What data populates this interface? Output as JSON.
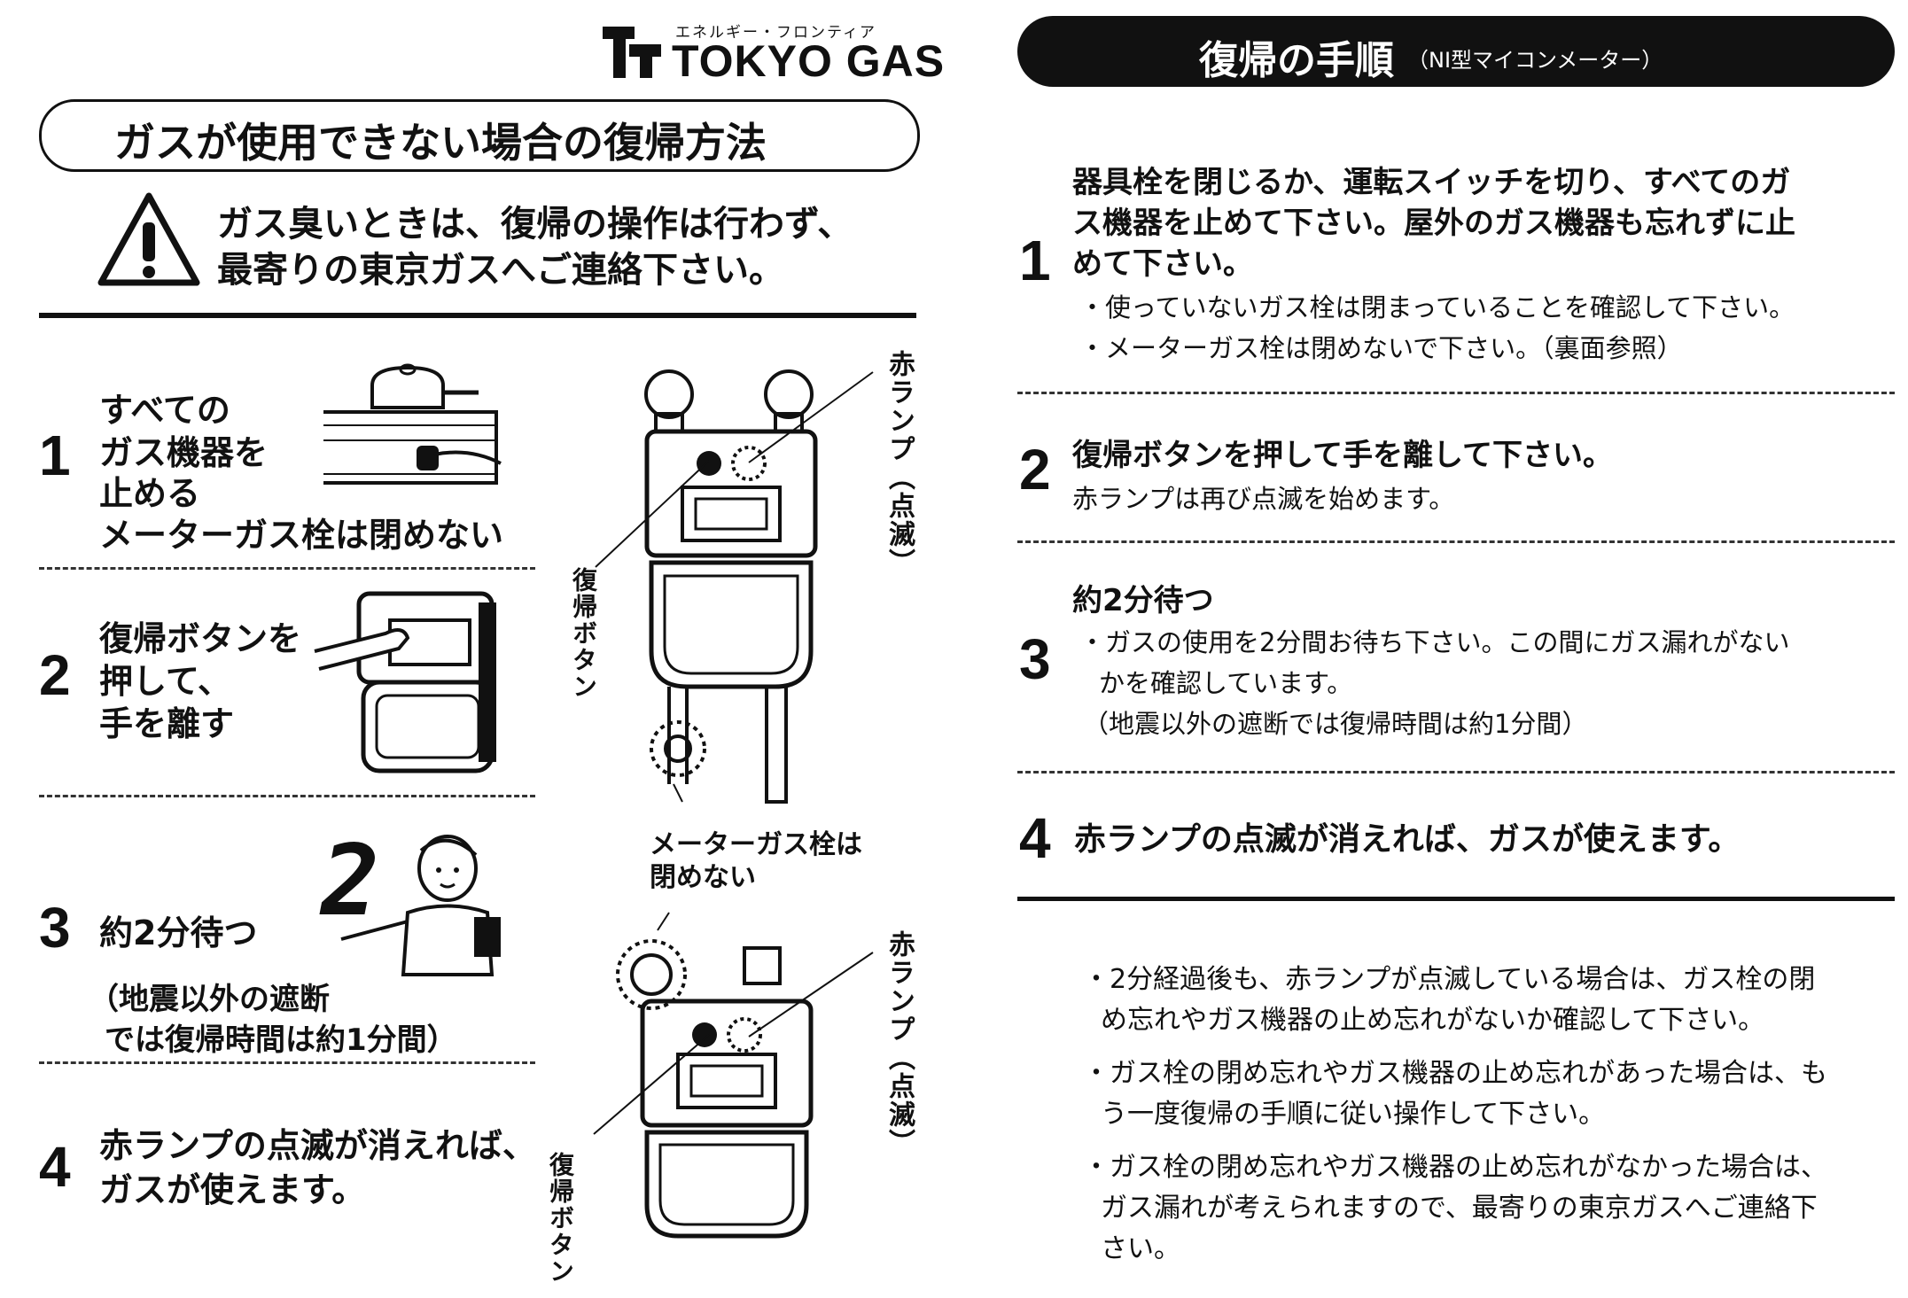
{
  "brand": {
    "small": "エネルギー・フロンティア",
    "name": "TOKYO GAS"
  },
  "left": {
    "title": "ガスが使用できない場合の復帰方法",
    "warning": [
      "ガス臭いときは、復帰の操作は行わず、",
      "最寄りの東京ガスへご連絡下さい。"
    ],
    "steps": [
      {
        "num": "1",
        "lines": [
          "すべての",
          "ガス機器を",
          "止める",
          "メーターガス栓は閉めない"
        ]
      },
      {
        "num": "2",
        "lines": [
          "復帰ボタンを",
          "押して、",
          "手を離す"
        ]
      },
      {
        "num": "3",
        "main": "約2分待つ",
        "note": [
          "（地震以外の遮断",
          "では復帰時間は約1分間）"
        ],
        "digit": "2"
      },
      {
        "num": "4",
        "lines": [
          "赤ランプの点滅が消えれば、",
          "ガスが使えます。"
        ]
      }
    ],
    "labels": {
      "red_lamp": "赤ランプ（点滅）",
      "reset_button": "復帰ボタン",
      "meter_valve": [
        "メーターガス栓は",
        "閉めない"
      ]
    }
  },
  "right": {
    "header_main": "復帰の手順",
    "header_sub": "（NI型マイコンメーター）",
    "steps": [
      {
        "num": "1",
        "main": [
          "器具栓を閉じるか、運転スイッチを切り、すべてのガ",
          "ス機器を止めて下さい。屋外のガス機器も忘れずに止",
          "めて下さい。"
        ],
        "notes": [
          "・使っていないガス栓は閉まっていることを確認して下さい。",
          "・メーターガス栓は閉めないで下さい。（裏面参照）"
        ]
      },
      {
        "num": "2",
        "main": [
          "復帰ボタンを押して手を離して下さい。"
        ],
        "notes": [
          "赤ランプは再び点滅を始めます。"
        ]
      },
      {
        "num": "3",
        "main": [
          "約2分待つ"
        ],
        "notes": [
          "・ガスの使用を2分間お待ち下さい。この間にガス漏れがない",
          "かを確認しています。",
          "（地震以外の遮断では復帰時間は約1分間）"
        ]
      },
      {
        "num": "4",
        "main": [
          "赤ランプの点滅が消えれば、ガスが使えます。"
        ],
        "notes": []
      }
    ],
    "footnotes": [
      [
        "・2分経過後も、赤ランプが点滅している場合は、ガス栓の閉",
        "め忘れやガス機器の止め忘れがないか確認して下さい。"
      ],
      [
        "・ガス栓の閉め忘れやガス機器の止め忘れがあった場合は、も",
        "う一度復帰の手順に従い操作して下さい。"
      ],
      [
        "・ガス栓の閉め忘れやガス機器の止め忘れがなかった場合は、",
        "ガス漏れが考えられますので、最寄りの東京ガスへご連絡下",
        "さい。"
      ]
    ]
  }
}
